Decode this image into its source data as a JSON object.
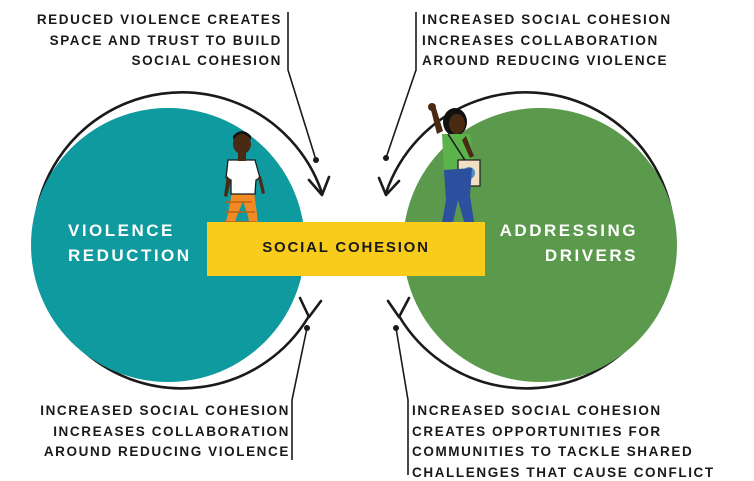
{
  "diagram": {
    "left_circle": {
      "lines": [
        "VIOLENCE",
        "REDUCTION"
      ],
      "color": "#0e9a9e"
    },
    "right_circle": {
      "lines": [
        "ADDRESSING",
        "DRIVERS"
      ],
      "color": "#5b9a4c"
    },
    "center_bar": {
      "label": "SOCIAL COHESION",
      "color": "#f9cb1b"
    },
    "annotations": {
      "top_left": [
        "REDUCED VIOLENCE CREATES",
        "SPACE AND TRUST TO BUILD",
        "SOCIAL COHESION"
      ],
      "top_right": [
        "INCREASED SOCIAL COHESION",
        "INCREASES COLLABORATION",
        "AROUND REDUCING VIOLENCE"
      ],
      "bottom_left": [
        "INCREASED SOCIAL COHESION",
        "INCREASES COLLABORATION",
        "AROUND REDUCING VIOLENCE"
      ],
      "bottom_right": [
        "INCREASED SOCIAL COHESION",
        "CREATES OPPORTUNITIES FOR",
        "COMMUNITIES TO TACKLE SHARED",
        "CHALLENGES THAT CAUSE CONFLICT"
      ]
    },
    "figures": [
      "walking-man-figure",
      "waving-woman-figure"
    ]
  }
}
